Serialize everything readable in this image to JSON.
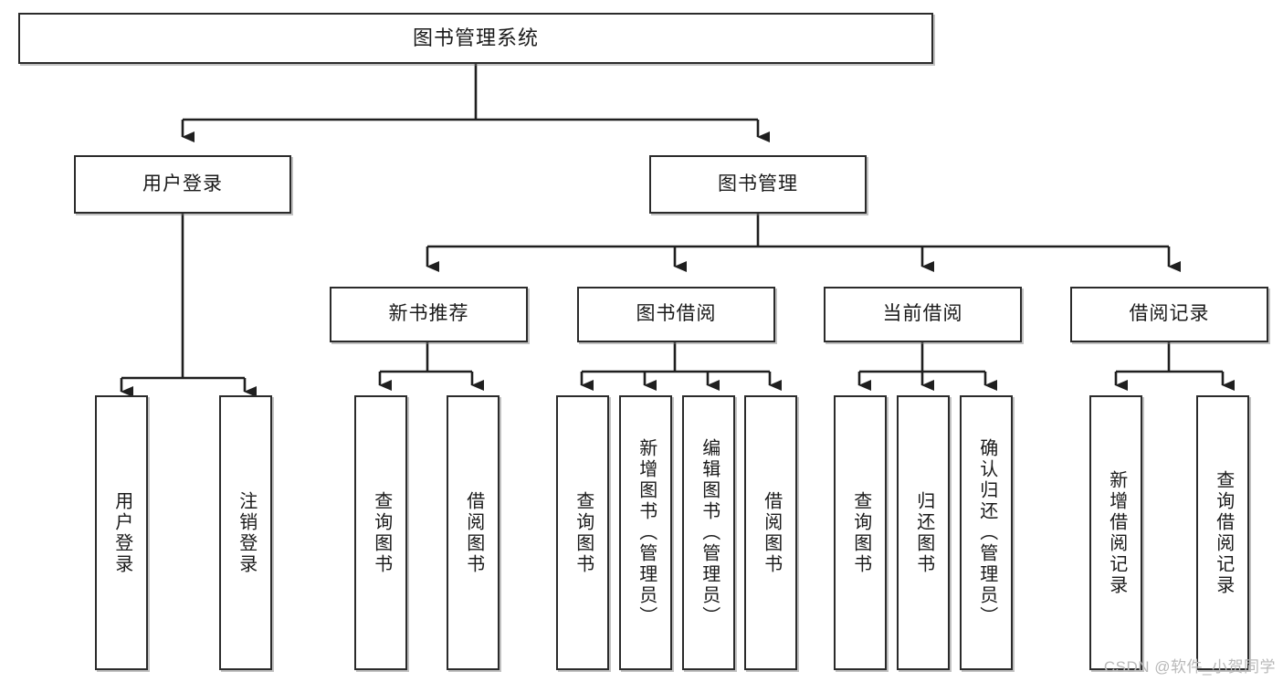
{
  "diagram": {
    "title": "图书管理系统",
    "type": "tree",
    "watermark": "CSDN @软件_小贺同学",
    "colors": {
      "border": "#2b2b2b",
      "fill": "#ffffff",
      "line": "#1f1f1f",
      "watermark": "#b9b9b9"
    },
    "nodes": {
      "root": {
        "label": "图书管理系统"
      },
      "level2": [
        {
          "id": "user-login",
          "label": "用户登录"
        },
        {
          "id": "book-manage",
          "label": "图书管理"
        }
      ],
      "level3": [
        {
          "id": "new-book-recommend",
          "label": "新书推荐"
        },
        {
          "id": "book-borrow",
          "label": "图书借阅"
        },
        {
          "id": "current-borrow",
          "label": "当前借阅"
        },
        {
          "id": "borrow-record",
          "label": "借阅记录"
        }
      ],
      "leaves": {
        "user-login": [
          {
            "id": "leaf-user-login",
            "label": "用户登录"
          },
          {
            "id": "leaf-logout",
            "label": "注销登录"
          }
        ],
        "new-book-recommend": [
          {
            "id": "leaf-query-book-1",
            "label": "查询图书"
          },
          {
            "id": "leaf-borrow-book-1",
            "label": "借阅图书"
          }
        ],
        "book-borrow": [
          {
            "id": "leaf-query-book-2",
            "label": "查询图书"
          },
          {
            "id": "leaf-add-book",
            "label": "新增图书（管理员）"
          },
          {
            "id": "leaf-edit-book",
            "label": "编辑图书（管理员）"
          },
          {
            "id": "leaf-borrow-book-2",
            "label": "借阅图书"
          }
        ],
        "current-borrow": [
          {
            "id": "leaf-query-book-3",
            "label": "查询图书"
          },
          {
            "id": "leaf-return-book",
            "label": "归还图书"
          },
          {
            "id": "leaf-confirm-return",
            "label": "确认归还（管理员）"
          }
        ],
        "borrow-record": [
          {
            "id": "leaf-add-record",
            "label": "新增借阅记录"
          },
          {
            "id": "leaf-query-record",
            "label": "查询借阅记录"
          }
        ]
      }
    }
  }
}
